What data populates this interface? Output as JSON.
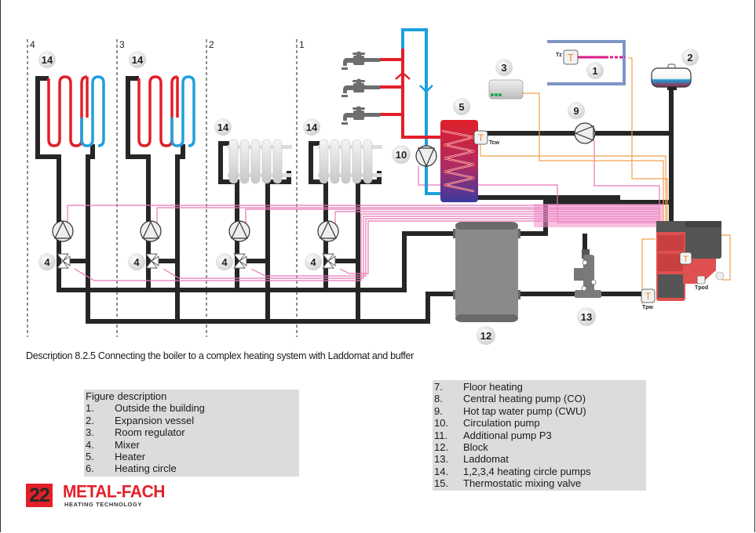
{
  "diagram": {
    "zones": [
      "4",
      "3",
      "2",
      "1"
    ],
    "badges": {
      "outside_building": "1",
      "expansion_vessel": "2",
      "room_regulator": "3",
      "mixer": "4",
      "heater": "5",
      "hot_tap_water_pump": "9",
      "circulation_pump": "10",
      "block": "12",
      "laddomat": "13",
      "heating_circle_pump": "14"
    },
    "sensor_labels": {
      "tz": "Tz",
      "tcw": "Tcw",
      "tpw": "Tpw",
      "tpod": "Tpod",
      "sensor_glyph": "T"
    },
    "colors": {
      "pipe": "#222222",
      "hot": "#e0202a",
      "cold": "#1ea0dc",
      "control_wire": "#e878b8",
      "sensor_wire": "#f0a050",
      "outside_wall": "#7f95c8",
      "boiler": "#e05050",
      "buffer": "#8a8a8a"
    }
  },
  "caption": "Description 8.2.5 Connecting the boiler to a complex heating system with Laddomat and buffer",
  "legend_left": {
    "title": "Figure description",
    "items": [
      {
        "num": "1.",
        "label": "Outside the building"
      },
      {
        "num": "2.",
        "label": "Expansion vessel"
      },
      {
        "num": "3.",
        "label": "Room regulator"
      },
      {
        "num": "4.",
        "label": "Mixer"
      },
      {
        "num": "5.",
        "label": "Heater"
      },
      {
        "num": "6.",
        "label": "Heating circle"
      }
    ]
  },
  "legend_right": {
    "items": [
      {
        "num": "7.",
        "label": "Floor heating"
      },
      {
        "num": "8.",
        "label": "Central heating pump (CO)"
      },
      {
        "num": "9.",
        "label": "Hot tap water pump (CWU)"
      },
      {
        "num": "10.",
        "label": "Circulation pump"
      },
      {
        "num": "11.",
        "label": "Additional pump P3"
      },
      {
        "num": "12.",
        "label": "Block"
      },
      {
        "num": "13.",
        "label": "Laddomat"
      },
      {
        "num": "14.",
        "label": "1,2,3,4  heating circle pumps"
      },
      {
        "num": "15.",
        "label": " Thermostatic mixing valve"
      }
    ]
  },
  "footer": {
    "page_number": "22",
    "brand": "METAL-FACH",
    "tagline": "HEATING TECHNOLOGY"
  }
}
